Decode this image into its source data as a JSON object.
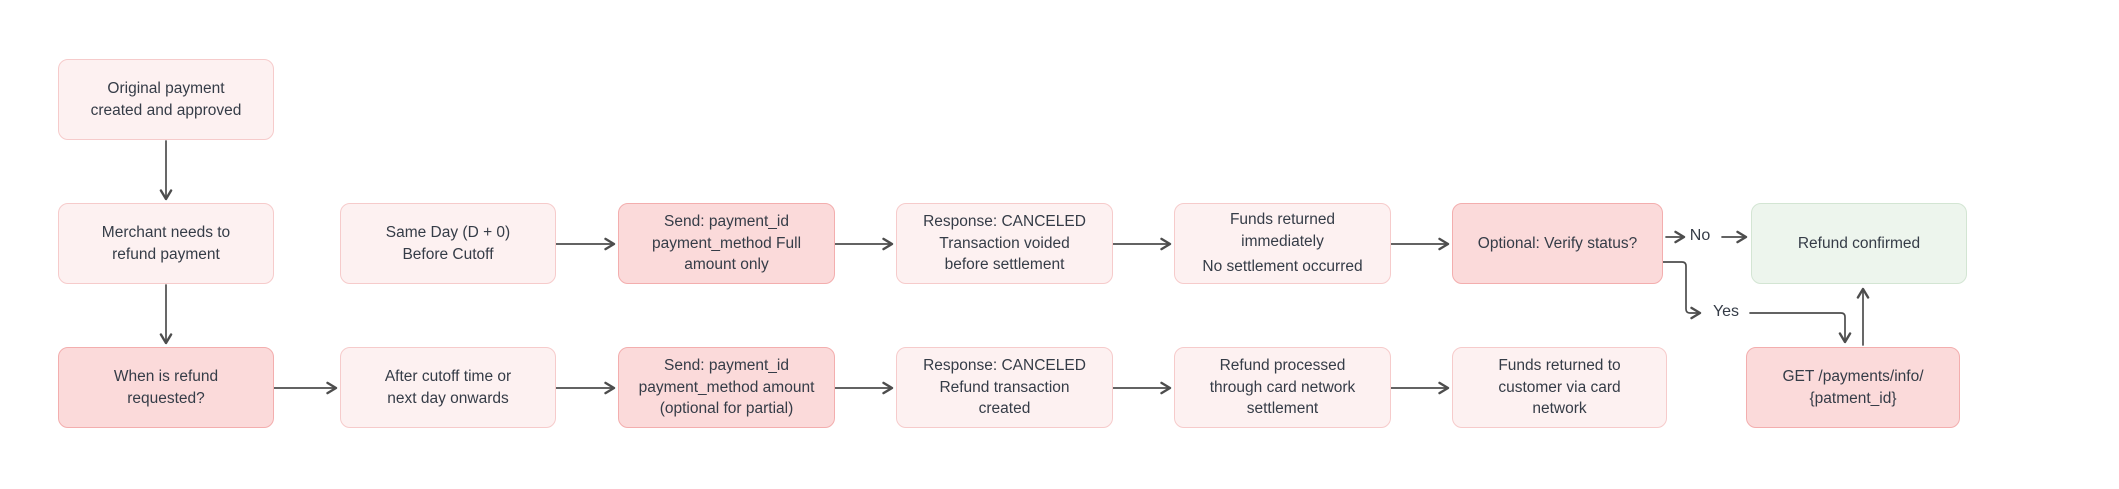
{
  "diagram": {
    "nodes": [
      {
        "id": "original-payment",
        "label": "Original payment\ncreated and approved"
      },
      {
        "id": "merchant-needs-refund",
        "label": "Merchant needs to\nrefund payment"
      },
      {
        "id": "when-refund-requested",
        "label": "When is refund\nrequested?"
      },
      {
        "id": "same-day-before-cutoff",
        "label": "Same Day (D + 0)\nBefore Cutoff"
      },
      {
        "id": "after-cutoff",
        "label": "After cutoff time or\nnext day onwards"
      },
      {
        "id": "send-full-amount",
        "label": "Send: payment_id\npayment_method Full\namount only"
      },
      {
        "id": "send-partial-amount",
        "label": "Send: payment_id\npayment_method amount\n(optional for partial)"
      },
      {
        "id": "response-voided",
        "label": "Response: CANCELED\nTransaction voided\nbefore settlement"
      },
      {
        "id": "response-refund-created",
        "label": "Response: CANCELED\nRefund transaction\ncreated"
      },
      {
        "id": "funds-immediate",
        "label": "Funds returned\nimmediately",
        "sublabel": "No settlement occurred"
      },
      {
        "id": "refund-processed",
        "label": "Refund processed\nthrough card network\nsettlement"
      },
      {
        "id": "verify-status",
        "label": "Optional: Verify status?"
      },
      {
        "id": "funds-card-network",
        "label": "Funds returned to\ncustomer via card\nnetwork"
      },
      {
        "id": "refund-confirmed",
        "label": "Refund confirmed"
      },
      {
        "id": "get-payment-info",
        "label": "GET /payments/info/\n{patment_id}"
      }
    ],
    "edge_labels": {
      "no": "No",
      "yes": "Yes"
    },
    "colors": {
      "node_light_bg": "#fdf1f1",
      "node_light_border": "#f6cbcb",
      "node_accent_bg": "#fbdada",
      "node_accent_border": "#f3aeae",
      "node_success_bg": "#edf5ed",
      "node_success_border": "#d3e5d3",
      "edge_stroke": "#4d4d4d",
      "text": "#353c47"
    }
  }
}
